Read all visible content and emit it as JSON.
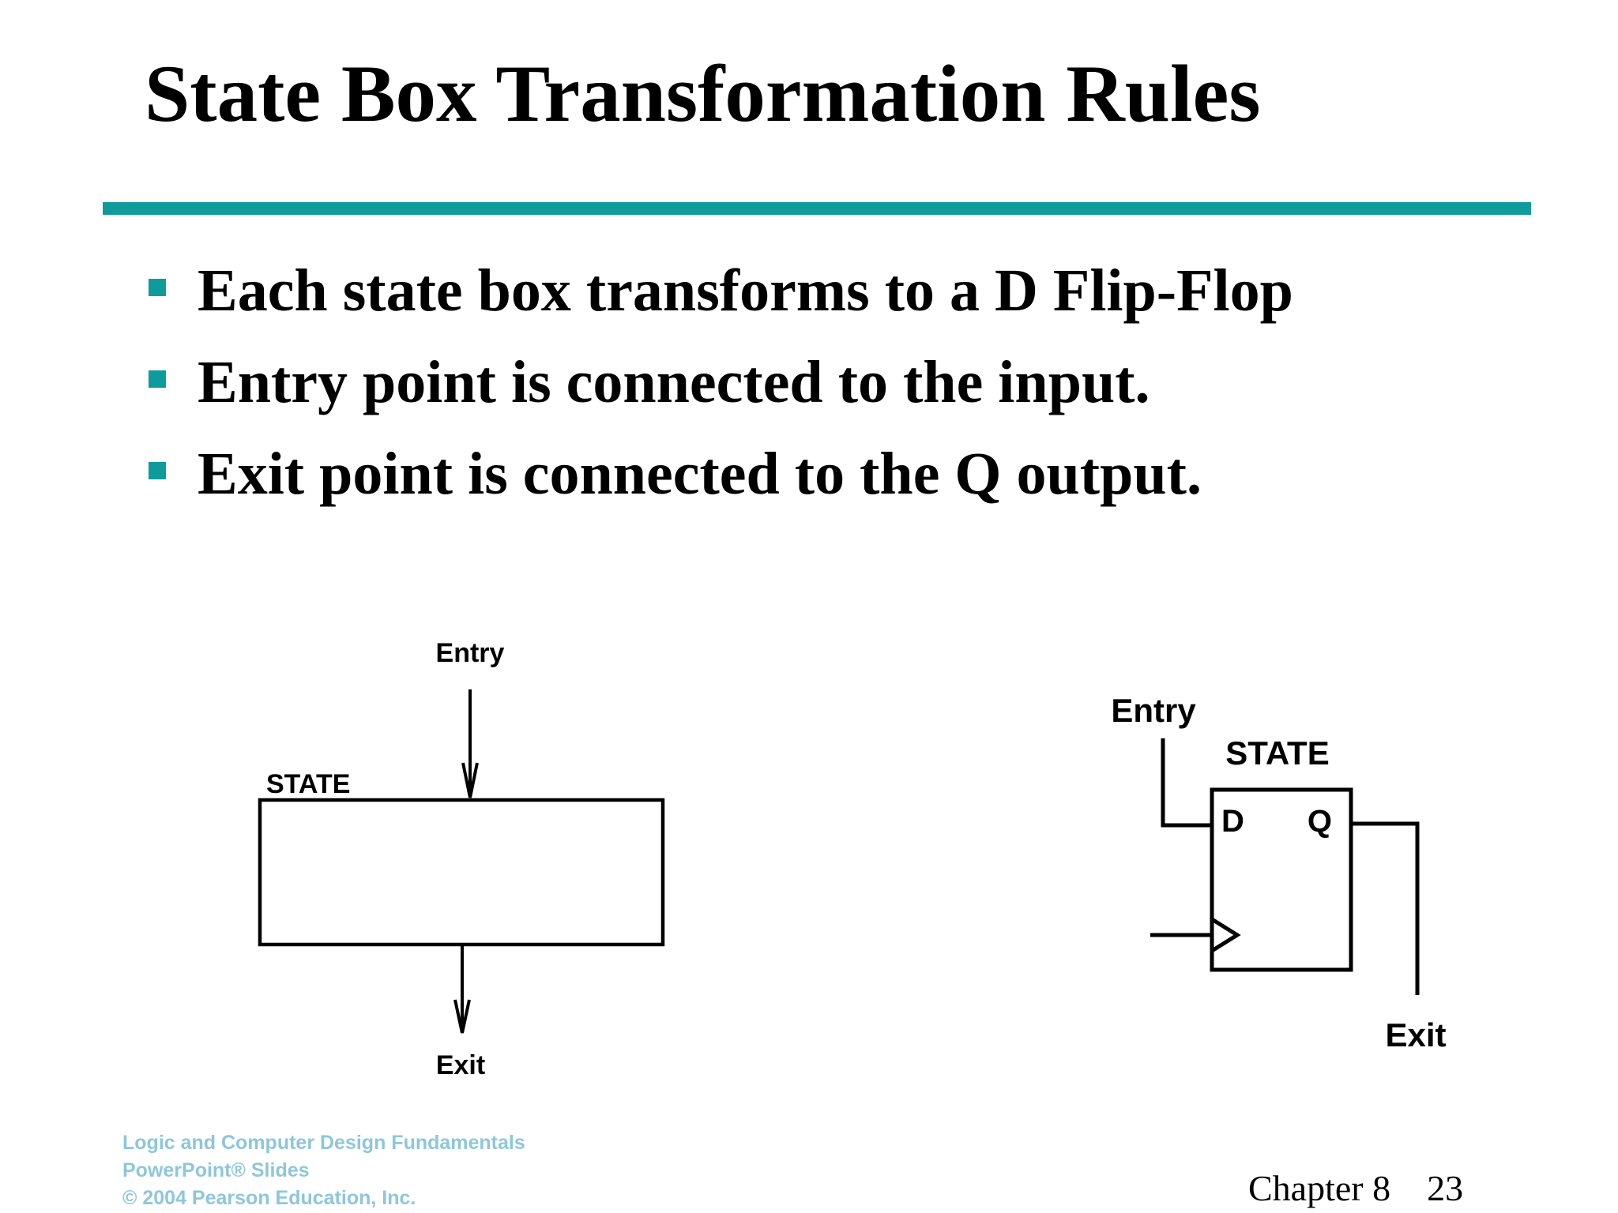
{
  "slide": {
    "title": "State Box Transformation Rules",
    "accent_color": "#0f9b9b",
    "bullets": [
      "Each state box transforms to a D Flip-Flop",
      "Entry point is connected to the input.",
      "Exit point is connected to the Q output."
    ]
  },
  "state_box_diagram": {
    "entry_label": "Entry",
    "state_label": "STATE",
    "exit_label": "Exit"
  },
  "flip_flop_diagram": {
    "entry_label": "Entry",
    "state_label": "STATE",
    "d_label": "D",
    "q_label": "Q",
    "exit_label": "Exit"
  },
  "footer": {
    "credit_lines": [
      "Logic and Computer Design Fundamentals",
      "PowerPoint® Slides",
      "© 2004 Pearson Education, Inc."
    ],
    "chapter": "Chapter 8",
    "page_number": "23"
  }
}
